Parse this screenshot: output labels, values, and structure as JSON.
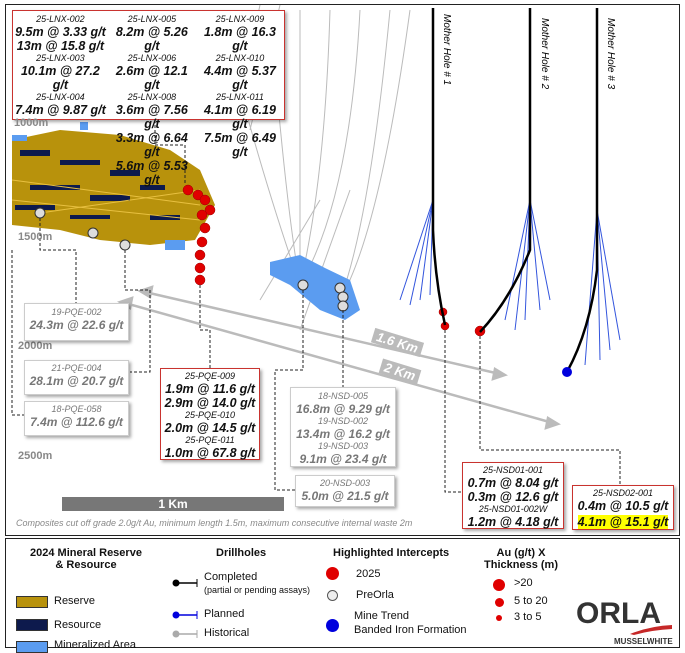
{
  "section": {
    "depths": [
      "1000m",
      "1500m",
      "2000m",
      "2500m"
    ],
    "mother_holes": [
      "Mother Hole # 1",
      "Mother Hole # 2",
      "Mother Hole # 3"
    ],
    "distances": [
      "1.6 Km",
      "2 Km"
    ],
    "scale_bar": "1 Km",
    "footnote": "Composites cut off grade 2.0g/t Au, minimum length 1.5m, maximum consecutive internal waste 2m"
  },
  "lnx_box": {
    "col1": [
      "25-LNX-002",
      "9.5m @ 3.33 g/t",
      "13m @ 15.8 g/t",
      "25-LNX-003",
      "10.1m @ 27.2 g/t",
      "25-LNX-004",
      "7.4m @ 9.87 g/t"
    ],
    "col2": [
      "25-LNX-005",
      "8.2m @ 5.26 g/t",
      "25-LNX-006",
      "2.6m @ 12.1 g/t",
      "25-LNX-008",
      "3.6m @ 7.56 g/t",
      "3.3m @ 6.64 g/t",
      "5.6m @ 5.53 g/t"
    ],
    "col3": [
      "25-LNX-009",
      "1.8m @ 16.3 g/t",
      "25-LNX-010",
      "4.4m @ 5.37 g/t",
      "25-LNX-011",
      "4.1m @ 6.19 g/t",
      "7.5m @ 6.49 g/t"
    ]
  },
  "pqe002": [
    "19-PQE-002",
    "24.3m @ 22.6 g/t"
  ],
  "pqe004": [
    "21-PQE-004",
    "28.1m @ 20.7 g/t"
  ],
  "pqe058": [
    "18-PQE-058",
    "7.4m @ 112.6 g/t"
  ],
  "pqe_new": [
    "25-PQE-009",
    "1.9m @ 11.6 g/t",
    "2.9m @ 14.0 g/t",
    "25-PQE-010",
    "2.0m @ 14.5 g/t",
    "25-PQE-011",
    "1.0m @ 67.8 g/t"
  ],
  "nsd_old": [
    "18-NSD-005",
    "16.8m @ 9.29 g/t",
    "19-NSD-002",
    "13.4m @ 16.2 g/t",
    "19-NSD-003",
    "9.1m @ 23.4 g/t"
  ],
  "nsd003": [
    "20-NSD-003",
    "5.0m @ 21.5 g/t"
  ],
  "nsd01": [
    "25-NSD01-001",
    "0.7m @ 8.04 g/t",
    "0.3m @ 12.6 g/t",
    "25-NSD01-002W",
    "1.2m @ 4.18 g/t"
  ],
  "nsd02": [
    "25-NSD02-001",
    "0.4m @ 10.5 g/t",
    "4.1m @ 15.1 g/t"
  ],
  "legend": {
    "mrr_title": "2024 Mineral Reserve & Resource",
    "mrr": [
      {
        "label": "Reserve",
        "color": "#b8920c"
      },
      {
        "label": "Resource",
        "color": "#0d1a4d"
      },
      {
        "label": "Mineralized Area",
        "color": "#5b9cf0"
      }
    ],
    "drill_title": "Drillholes",
    "completed": "Completed",
    "completed_note": "(partial or pending assays)",
    "planned": "Planned",
    "historical": "Historical",
    "hi_title": "Highlighted Intercepts",
    "hi": [
      "2025",
      "PreOrla",
      "Mine Trend",
      "Banded Iron Formation"
    ],
    "au_title": "Au (g/t) X Thickness (m)",
    "au": [
      ">20",
      "5 to 20",
      "3 to 5"
    ],
    "logo": "ORLA MUSSELWHITE"
  },
  "colors": {
    "red": "#e00000",
    "highlight": "#ffff00",
    "planned": "#0000dd"
  }
}
